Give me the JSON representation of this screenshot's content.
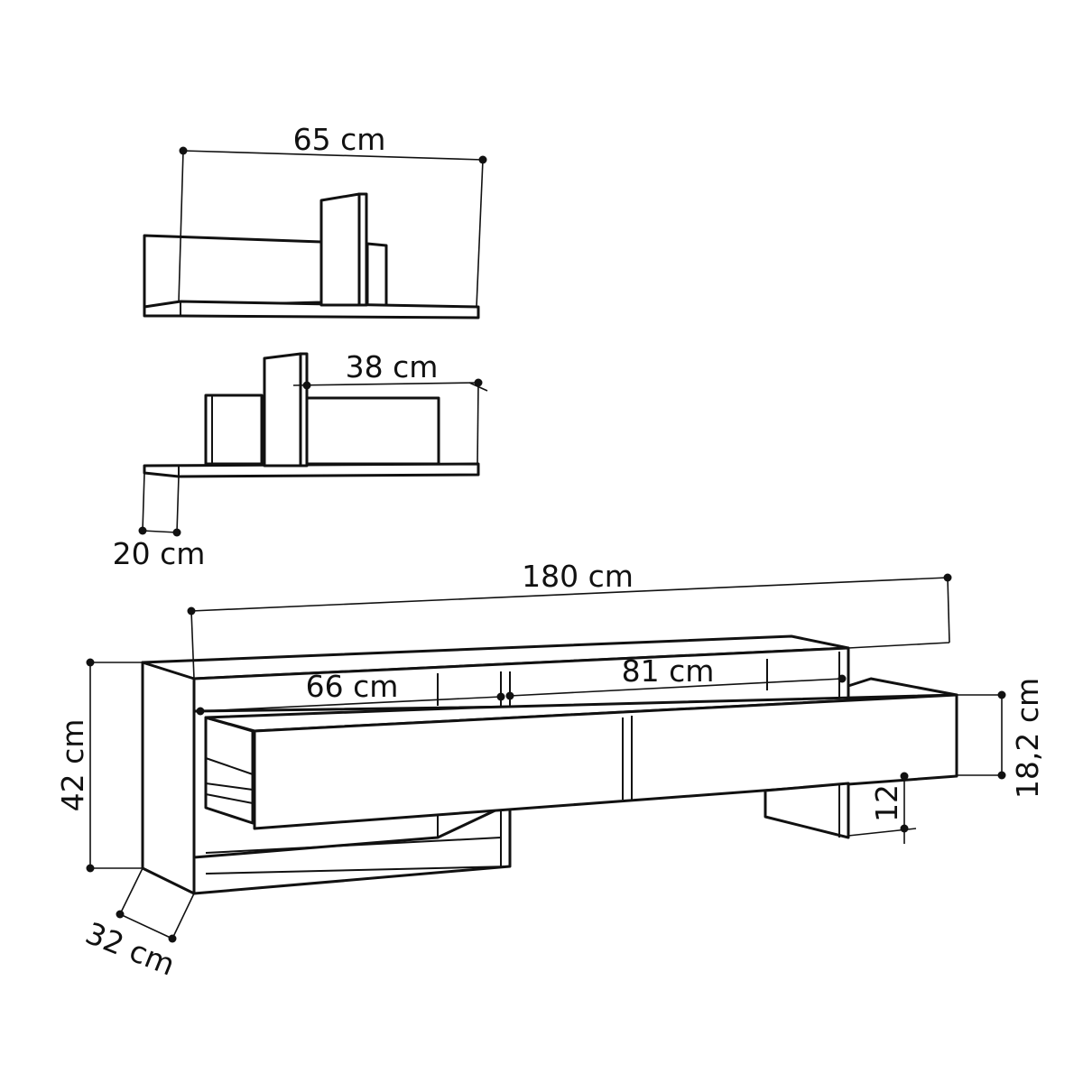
{
  "dimensions": {
    "top_shelf_width": "65 cm",
    "middle_shelf_width": "38 cm",
    "shelf_depth": "20 cm",
    "unit_total_width": "180 cm",
    "left_section_width": "66 cm",
    "right_section_width": "81 cm",
    "drawer_height": "18,2 cm",
    "leg_height": "12",
    "unit_height": "42 cm",
    "unit_depth": "32 cm"
  }
}
